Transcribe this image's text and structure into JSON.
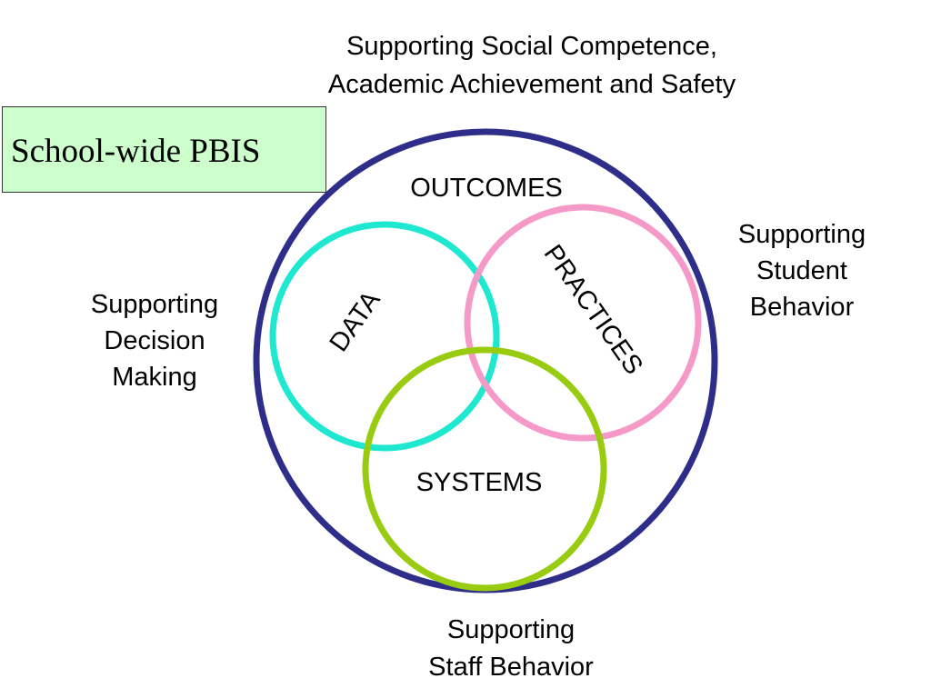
{
  "title": "School-wide PBIS",
  "top_caption": {
    "line1": "Supporting Social Competence,",
    "line2": "Academic Achievement and Safety"
  },
  "left_caption": {
    "line1": "Supporting",
    "line2": "Decision",
    "line3": "Making"
  },
  "right_caption": {
    "line1": "Supporting",
    "line2": "Student",
    "line3": "Behavior"
  },
  "bottom_caption": {
    "line1": "Supporting",
    "line2": "Staff Behavior"
  },
  "circle_labels": {
    "outcomes": "OUTCOMES",
    "data": "DATA",
    "practices": "PRACTICES",
    "systems": "SYSTEMS"
  },
  "colors": {
    "outcomes_circle": "#2e2e8a",
    "data_circle": "#1ee8d0",
    "practices_circle": "#f59ac8",
    "systems_circle": "#99cc11",
    "title_box_fill": "#ccffcc"
  }
}
